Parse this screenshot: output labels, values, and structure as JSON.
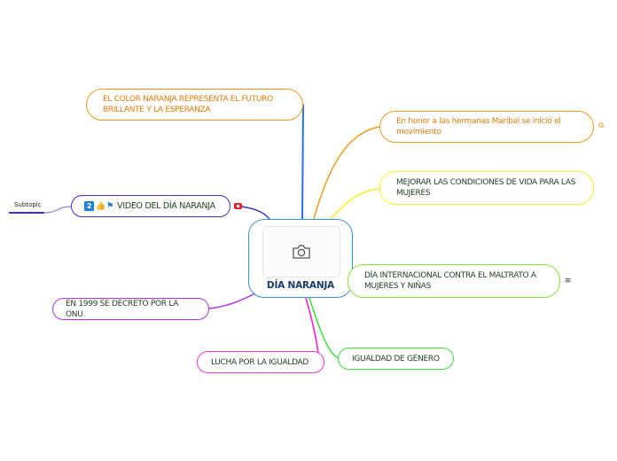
{
  "central": {
    "title": "DÍA NARANJA",
    "image_icon": "camera-icon"
  },
  "nodes": [
    {
      "id": "color",
      "label": "EL COLOR NARANJA REPRESENTA EL FUTURO BRILLANTE Y LA ESPERANZA",
      "color": "#f29a1e",
      "text_color": "#e07b0c"
    },
    {
      "id": "honor",
      "label": "En honor a las hermanas Maribal se inició el movimiento",
      "color": "#f29a1e",
      "text_color": "#e07b0c",
      "icon": "external-link-icon"
    },
    {
      "id": "mejorar",
      "label": "MEJORAR LAS CONDICIONES DE VIDA PARA LAS MUJERES",
      "color": "#f2ef2a",
      "text_color": "#1f3d1f"
    },
    {
      "id": "video",
      "label": "VIDEO DEL DÍA NARANJA",
      "color": "#3a2fd0",
      "text_color": "#1f3d1f",
      "badge": "2",
      "icons": [
        "thumbs-up-icon",
        "flag-icon"
      ],
      "attachment": "youtube-icon"
    },
    {
      "id": "internacional",
      "label": "DÍA INTERNACIONAL CONTRA EL MALTRATO A MUJERES Y NIÑAS",
      "color": "#8be03a",
      "text_color": "#1f3d1f",
      "icon": "notes-icon"
    },
    {
      "id": "onu",
      "label": "EN 1999 SE DECRETÓ POR LA ONU",
      "color": "#b232e0",
      "text_color": "#1f3d1f"
    },
    {
      "id": "lucha",
      "label": "LUCHA POR LA IGUALDAD",
      "color": "#f03ad2",
      "text_color": "#1f3d1f"
    },
    {
      "id": "igualdad",
      "label": "IGUALDAD DE GÉNERO",
      "color": "#3adf3a",
      "text_color": "#1f3d1f"
    }
  ],
  "subtopic": {
    "label": "Subtopic"
  },
  "icons": {
    "external": "⧉",
    "notes": "≡",
    "thumbs": "👍",
    "flag": "⚑"
  }
}
